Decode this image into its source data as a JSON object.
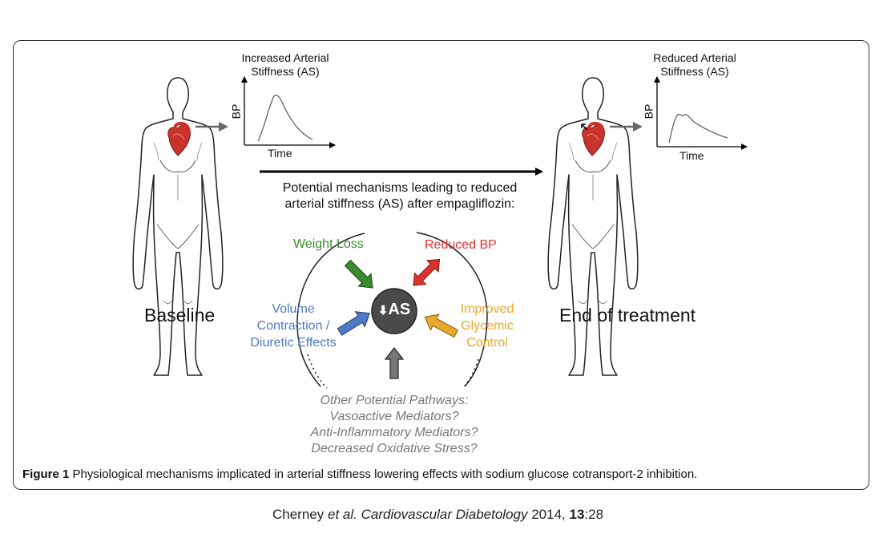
{
  "colors": {
    "weight_loss": "#3a8a2e",
    "reduced_bp": "#d8342c",
    "volume": "#4f79c2",
    "glycemic": "#e8a92c",
    "other": "#777777",
    "heart": "#c8342c",
    "center_circle": "#4a4a4a"
  },
  "baseline_graph": {
    "title_line1": "Increased Arterial",
    "title_line2": "Stiffness (AS)",
    "y_axis_label": "BP",
    "x_axis_label": "Time"
  },
  "end_graph": {
    "title_line1": "Reduced Arterial",
    "title_line2": "Stiffness (AS)",
    "y_axis_label": "BP",
    "x_axis_label": "Time"
  },
  "labels": {
    "baseline": "Baseline",
    "end": "End of treatment",
    "mechanisms_line1": "Potential mechanisms leading to reduced",
    "mechanisms_line2": "arterial stiffness (AS) after empagliflozin:"
  },
  "center": {
    "symbol": "⬇",
    "text": "AS"
  },
  "mechanisms": {
    "weight_loss": "Weight Loss",
    "reduced_bp": "Reduced BP",
    "volume_line1": "Volume",
    "volume_line2": "Contraction /",
    "volume_line3": "Diuretic Effects",
    "glycemic_line1": "Improved",
    "glycemic_line2": "Glycemic",
    "glycemic_line3": "Control"
  },
  "other_pathways": {
    "line1": "Other Potential Pathways:",
    "line2": "Vasoactive Mediators?",
    "line3": "Anti-Inflammatory Mediators?",
    "line4": "Decreased Oxidative Stress?"
  },
  "caption": {
    "label": "Figure 1",
    "text": "Physiological mechanisms implicated in arterial stiffness lowering effects with sodium glucose cotransport-2 inhibition."
  },
  "citation": {
    "authors": "Cherney",
    "etal": "et al.",
    "journal": "Cardiovascular Diabetology",
    "year": "2014,",
    "volume": "13",
    "page": ":28"
  }
}
